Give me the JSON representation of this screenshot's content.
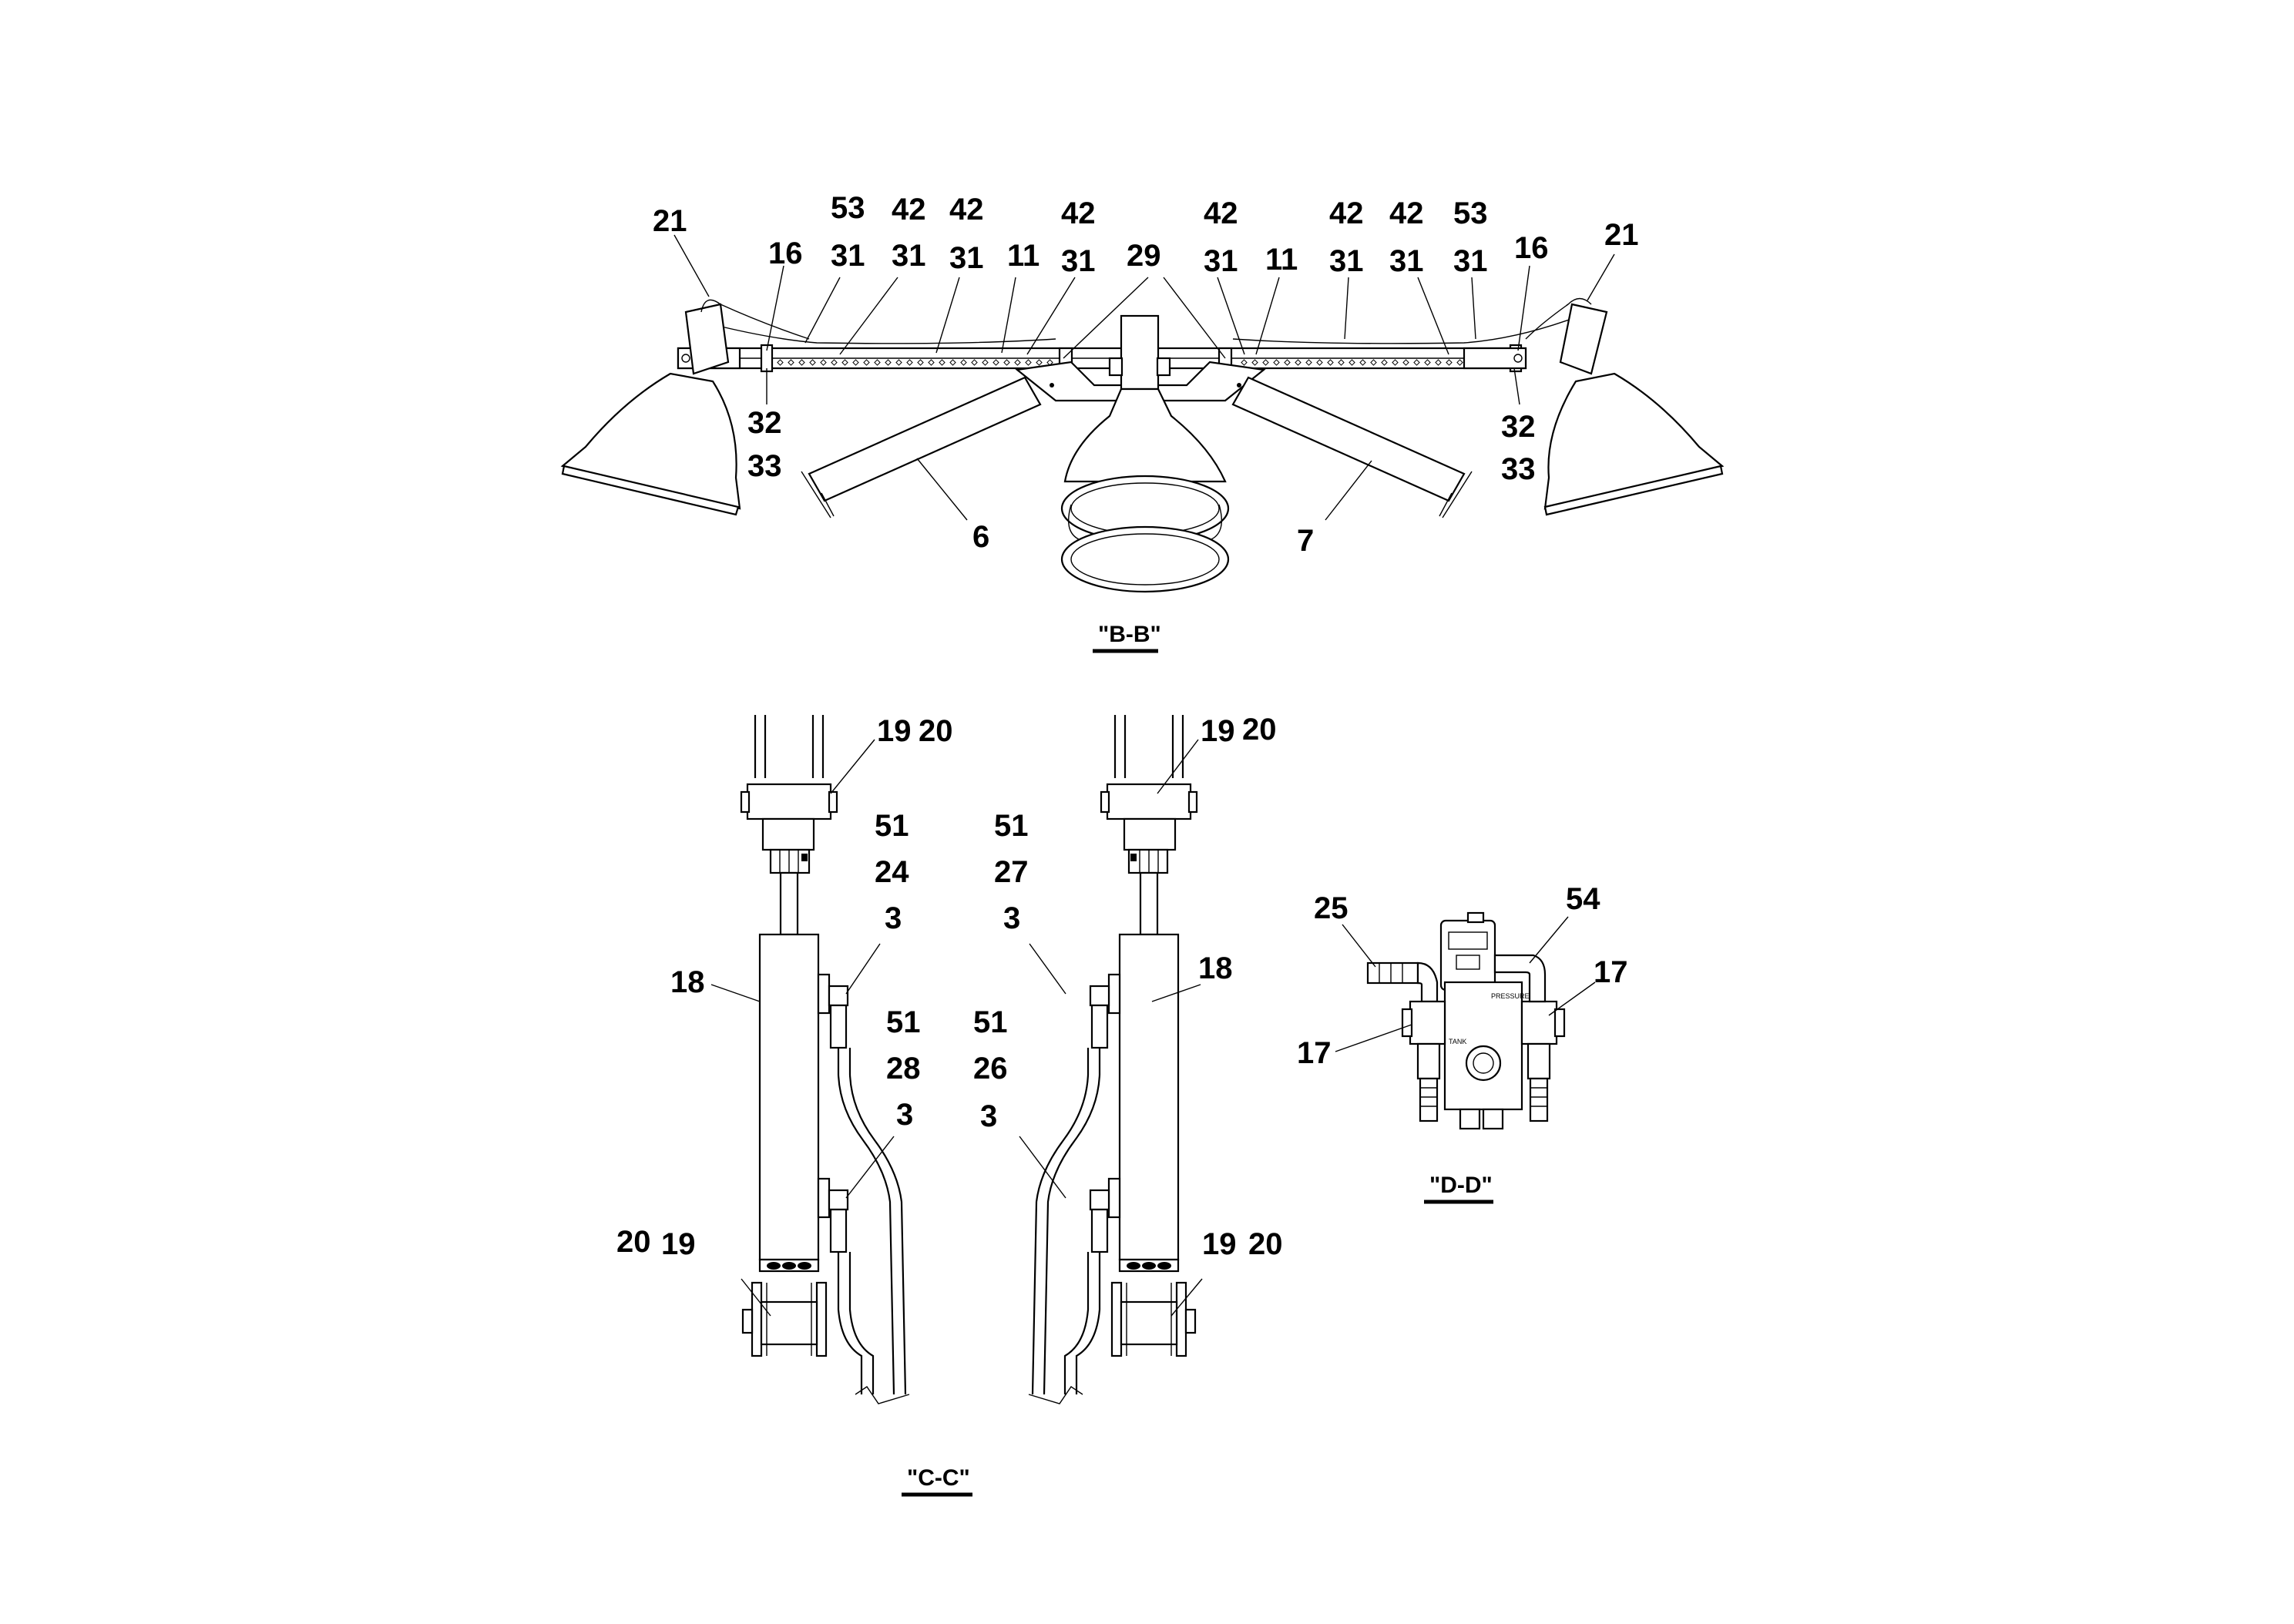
{
  "views": {
    "bb": {
      "title": "\"B-B\"",
      "callouts": {
        "c21_left": "21",
        "c16_left": "16",
        "c53_left": "53",
        "c31_a": "31",
        "c42_a": "42",
        "c31_b": "31",
        "c42_b": "42",
        "c31_c": "31",
        "c11_left": "11",
        "c42_c": "42",
        "c31_d": "31",
        "c29": "29",
        "c42_d": "42",
        "c31_e": "31",
        "c11_right": "11",
        "c42_e": "42",
        "c31_f": "31",
        "c42_f": "42",
        "c31_g": "31",
        "c53_right": "53",
        "c31_h": "31",
        "c16_right": "16",
        "c21_right": "21",
        "c32_left": "32",
        "c33_left": "33",
        "c32_right": "32",
        "c33_right": "33",
        "c6": "6",
        "c7": "7"
      }
    },
    "cc": {
      "title": "\"C-C\"",
      "callouts": {
        "l19_top": "19",
        "l20_top": "20",
        "l51_a": "51",
        "l24": "24",
        "l3_a": "3",
        "l18": "18",
        "l51_b": "51",
        "l28": "28",
        "l3_b": "3",
        "l20_bot": "20",
        "l19_bot": "19",
        "r19_top": "19",
        "r20_top": "20",
        "r51_a": "51",
        "r27": "27",
        "r3_a": "3",
        "r18": "18",
        "r51_b": "51",
        "r26": "26",
        "r3_b": "3",
        "r19_bot": "19",
        "r20_bot": "20"
      }
    },
    "dd": {
      "title": "\"D-D\"",
      "callouts": {
        "c25": "25",
        "c54": "54",
        "c17_right": "17",
        "c17_left": "17"
      },
      "labels": {
        "pressure": "PRESSURE",
        "tank": "TANK"
      }
    }
  }
}
